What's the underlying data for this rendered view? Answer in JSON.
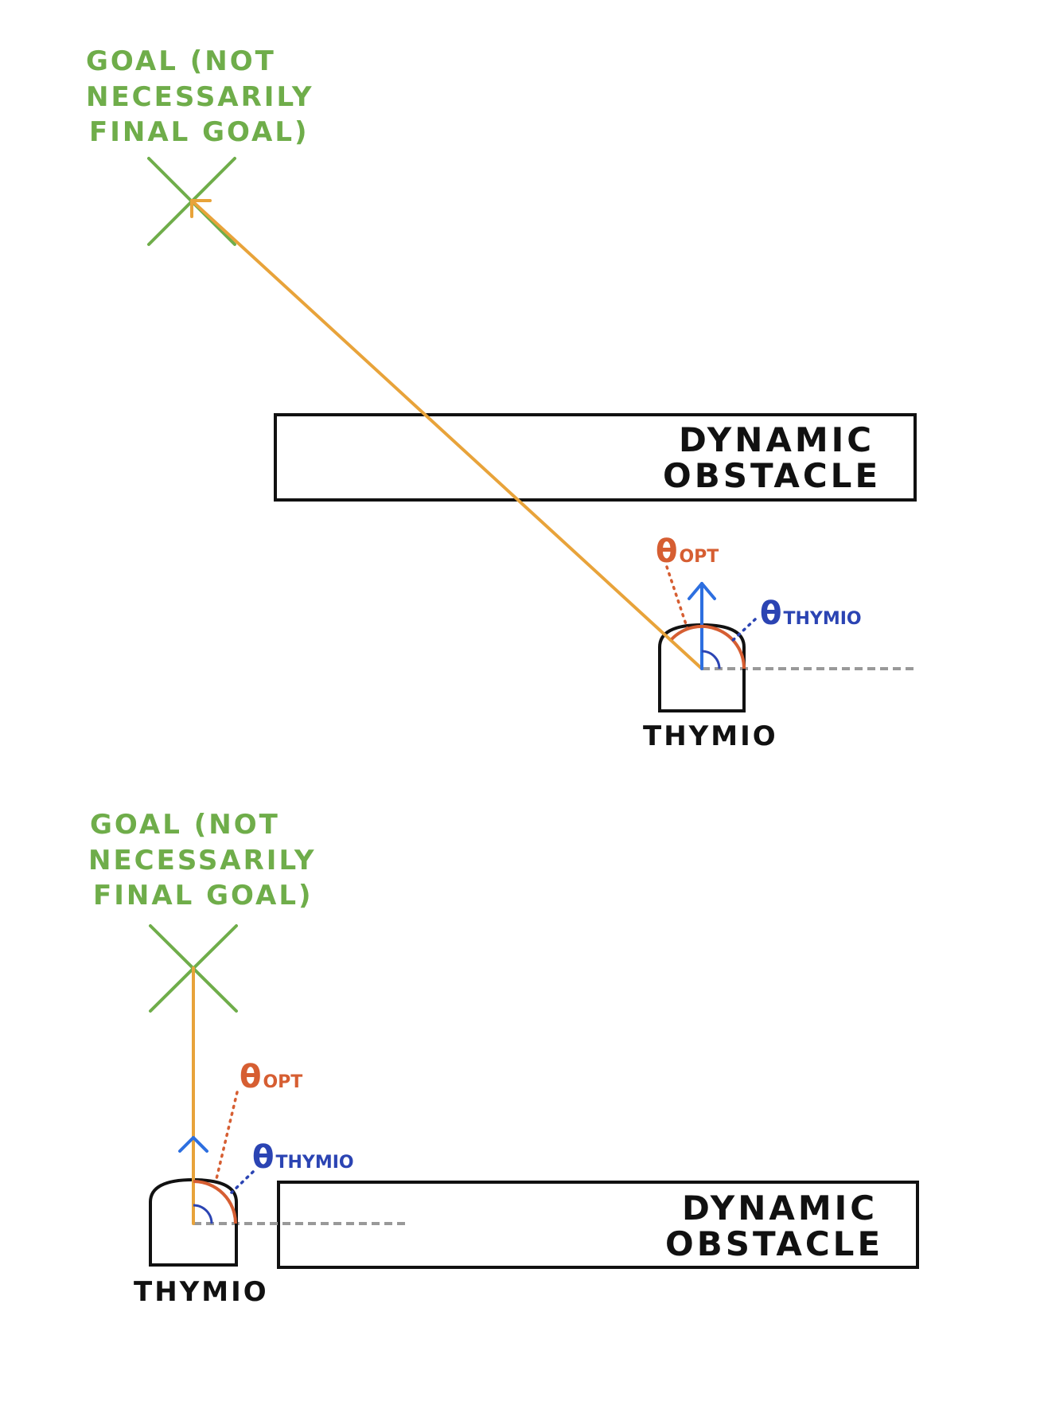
{
  "colors": {
    "goal": "#6fad4a",
    "path": "#e8a33a",
    "heading_arrow": "#2d6fe0",
    "theta_opt": "#d65e32",
    "theta_thymio": "#2b44b3",
    "reference": "#999999",
    "outline": "#111111"
  },
  "panels": [
    {
      "goal_label": [
        "GOAL (NOT",
        "NECESSARILY",
        "FINAL GOAL)"
      ],
      "obstacle_label": [
        "DYNAMIC",
        "OBSTACLE"
      ],
      "robot_label": "THYMIO",
      "theta_opt_symbol": "θ",
      "theta_opt_sub": "OPT",
      "theta_thymio_symbol": "θ",
      "theta_thymio_sub": "THYMIO"
    },
    {
      "goal_label": [
        "GOAL (NOT",
        "NECESSARILY",
        "FINAL GOAL)"
      ],
      "obstacle_label": [
        "DYNAMIC",
        "OBSTACLE"
      ],
      "robot_label": "THYMIO",
      "theta_opt_symbol": "θ",
      "theta_opt_sub": "OPT",
      "theta_thymio_symbol": "θ",
      "theta_thymio_sub": "THYMIO"
    }
  ]
}
